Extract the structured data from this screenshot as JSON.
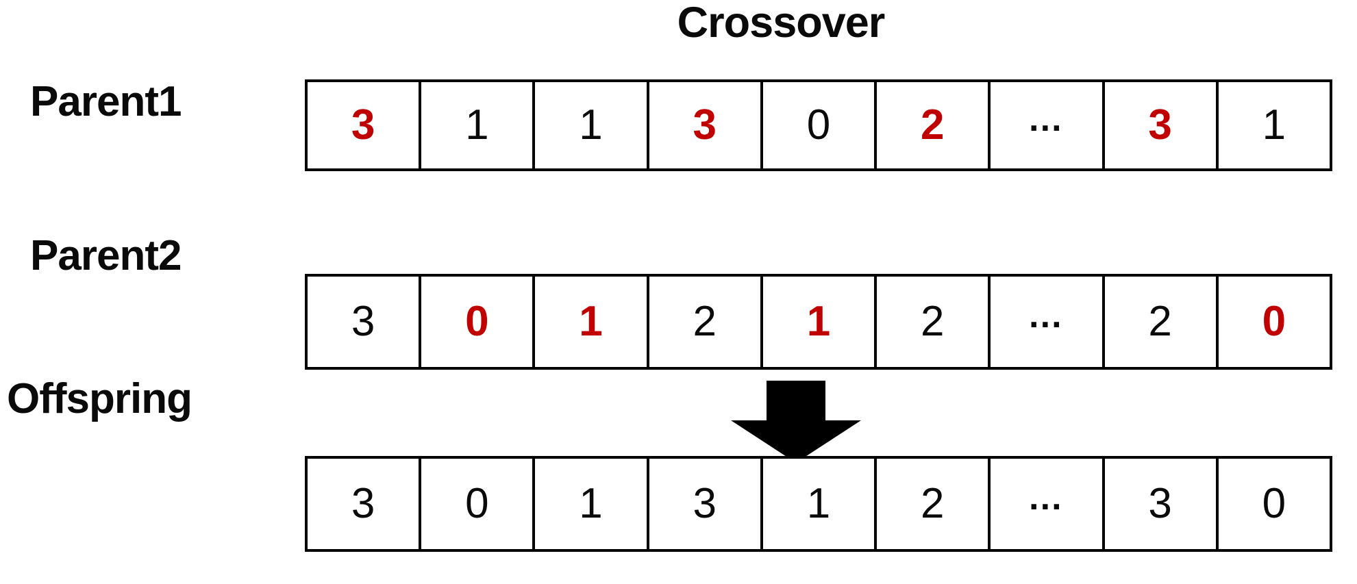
{
  "diagram": {
    "title": "Crossover",
    "accent_color": "#C00000",
    "text_color": "#0A0A0A",
    "border_color": "#000000",
    "background_color": "#FFFFFF",
    "arrow_icon": "down-arrow-icon",
    "arrow_direction": "down"
  },
  "rows": [
    {
      "label": "Parent1",
      "genes": [
        {
          "value": "3",
          "color": "red"
        },
        {
          "value": "1",
          "color": "black"
        },
        {
          "value": "1",
          "color": "black"
        },
        {
          "value": "3",
          "color": "red"
        },
        {
          "value": "0",
          "color": "black"
        },
        {
          "value": "2",
          "color": "red"
        },
        {
          "value": "…",
          "color": "black"
        },
        {
          "value": "3",
          "color": "red"
        },
        {
          "value": "1",
          "color": "black"
        }
      ]
    },
    {
      "label": "Parent2",
      "genes": [
        {
          "value": "3",
          "color": "black"
        },
        {
          "value": "0",
          "color": "red"
        },
        {
          "value": "1",
          "color": "red"
        },
        {
          "value": "2",
          "color": "black"
        },
        {
          "value": "1",
          "color": "red"
        },
        {
          "value": "2",
          "color": "black"
        },
        {
          "value": "…",
          "color": "black"
        },
        {
          "value": "2",
          "color": "black"
        },
        {
          "value": "0",
          "color": "red"
        }
      ]
    },
    {
      "label": "Offspring",
      "genes": [
        {
          "value": "3",
          "color": "black"
        },
        {
          "value": "0",
          "color": "black"
        },
        {
          "value": "1",
          "color": "black"
        },
        {
          "value": "3",
          "color": "black"
        },
        {
          "value": "1",
          "color": "black"
        },
        {
          "value": "2",
          "color": "black"
        },
        {
          "value": "…",
          "color": "black"
        },
        {
          "value": "3",
          "color": "black"
        },
        {
          "value": "0",
          "color": "black"
        }
      ]
    }
  ]
}
